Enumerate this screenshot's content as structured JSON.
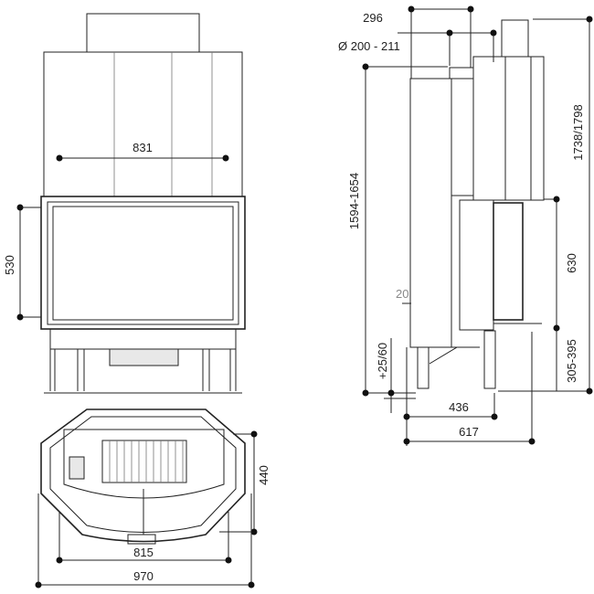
{
  "front_view": {
    "width_label": "831",
    "height_label": "530"
  },
  "top_view": {
    "inner_width_label": "815",
    "outer_width_label": "970",
    "depth_label": "440"
  },
  "side_view": {
    "offset_label": "296",
    "flue_diameter_label": "Ø 200 - 211",
    "height_range_label": "1594-1654",
    "total_height_label": "1738/1798",
    "opening_height_label": "630",
    "small_offset_label": "20",
    "leg_adjust_label": "+25/60",
    "floor_height_label": "305-395",
    "leg_span_label": "436",
    "depth_label": "617"
  }
}
